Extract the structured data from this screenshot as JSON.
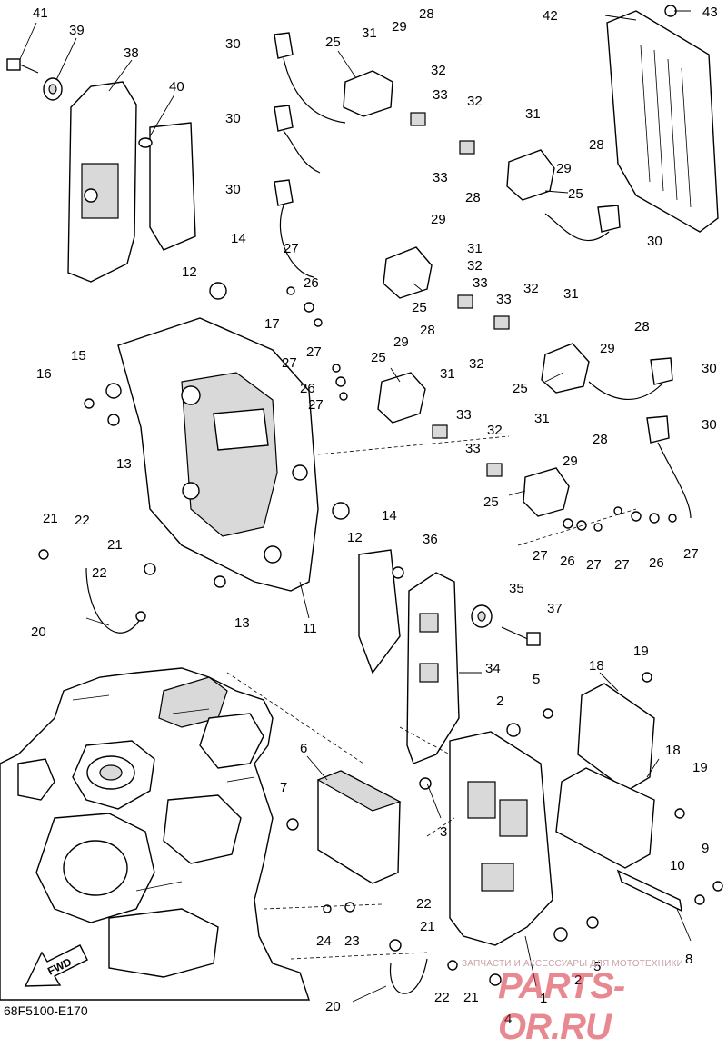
{
  "diagram_code": "68F5100-E170",
  "direction_label": "FWD",
  "watermark": {
    "caption": "ЗАПЧАСТИ И АКСЕССУАРЫ ДЛЯ МОТОТЕХНИКИ",
    "brand": "PARTS-OR.RU"
  },
  "callouts": [
    {
      "id": "c41",
      "text": "41"
    },
    {
      "id": "c39",
      "text": "39"
    },
    {
      "id": "c38",
      "text": "38"
    },
    {
      "id": "c40",
      "text": "40"
    },
    {
      "id": "c30a",
      "text": "30"
    },
    {
      "id": "c25a",
      "text": "25"
    },
    {
      "id": "c31a",
      "text": "31"
    },
    {
      "id": "c29a",
      "text": "29"
    },
    {
      "id": "c28a",
      "text": "28"
    },
    {
      "id": "c42",
      "text": "42"
    },
    {
      "id": "c43",
      "text": "43"
    },
    {
      "id": "c32a",
      "text": "32"
    },
    {
      "id": "c33a",
      "text": "33"
    },
    {
      "id": "c30b",
      "text": "30"
    },
    {
      "id": "c32b",
      "text": "32"
    },
    {
      "id": "c31b",
      "text": "31"
    },
    {
      "id": "c28b",
      "text": "28"
    },
    {
      "id": "c33b",
      "text": "33"
    },
    {
      "id": "c29b",
      "text": "29"
    },
    {
      "id": "c25b",
      "text": "25"
    },
    {
      "id": "c30c",
      "text": "30"
    },
    {
      "id": "c28c",
      "text": "28"
    },
    {
      "id": "c29c",
      "text": "29"
    },
    {
      "id": "c30d",
      "text": "30"
    },
    {
      "id": "c14a",
      "text": "14"
    },
    {
      "id": "c27a",
      "text": "27"
    },
    {
      "id": "c31c",
      "text": "31"
    },
    {
      "id": "c32c",
      "text": "32"
    },
    {
      "id": "c33c",
      "text": "33"
    },
    {
      "id": "c12a",
      "text": "12"
    },
    {
      "id": "c26a",
      "text": "26"
    },
    {
      "id": "c25c",
      "text": "25"
    },
    {
      "id": "c17",
      "text": "17"
    },
    {
      "id": "c33d",
      "text": "33"
    },
    {
      "id": "c32d",
      "text": "32"
    },
    {
      "id": "c31d",
      "text": "31"
    },
    {
      "id": "c28d",
      "text": "28"
    },
    {
      "id": "c29d",
      "text": "29"
    },
    {
      "id": "c27b",
      "text": "27"
    },
    {
      "id": "c28e",
      "text": "28"
    },
    {
      "id": "c29e",
      "text": "29"
    },
    {
      "id": "c30e",
      "text": "30"
    },
    {
      "id": "c15",
      "text": "15"
    },
    {
      "id": "c16",
      "text": "16"
    },
    {
      "id": "c27c",
      "text": "27"
    },
    {
      "id": "c26b",
      "text": "26"
    },
    {
      "id": "c27d",
      "text": "27"
    },
    {
      "id": "c25d",
      "text": "25"
    },
    {
      "id": "c31e",
      "text": "31"
    },
    {
      "id": "c32e",
      "text": "32"
    },
    {
      "id": "c25e",
      "text": "25"
    },
    {
      "id": "c33e",
      "text": "33"
    },
    {
      "id": "c13a",
      "text": "13"
    },
    {
      "id": "c30f",
      "text": "30"
    },
    {
      "id": "c32f",
      "text": "32"
    },
    {
      "id": "c31f",
      "text": "31"
    },
    {
      "id": "c28f",
      "text": "28"
    },
    {
      "id": "c33f",
      "text": "33"
    },
    {
      "id": "c29f",
      "text": "29"
    },
    {
      "id": "c25f",
      "text": "25"
    },
    {
      "id": "c21a",
      "text": "21"
    },
    {
      "id": "c22a",
      "text": "22"
    },
    {
      "id": "c14b",
      "text": "14"
    },
    {
      "id": "c12b",
      "text": "12"
    },
    {
      "id": "c21b",
      "text": "21"
    },
    {
      "id": "c27e",
      "text": "27"
    },
    {
      "id": "c26c",
      "text": "26"
    },
    {
      "id": "c27f",
      "text": "27"
    },
    {
      "id": "c27g",
      "text": "27"
    },
    {
      "id": "c26d",
      "text": "26"
    },
    {
      "id": "c27h",
      "text": "27"
    },
    {
      "id": "c22b",
      "text": "22"
    },
    {
      "id": "c36",
      "text": "36"
    },
    {
      "id": "c20a",
      "text": "20"
    },
    {
      "id": "c13b",
      "text": "13"
    },
    {
      "id": "c11",
      "text": "11"
    },
    {
      "id": "c35",
      "text": "35"
    },
    {
      "id": "c37",
      "text": "37"
    },
    {
      "id": "c34",
      "text": "34"
    },
    {
      "id": "c18a",
      "text": "18"
    },
    {
      "id": "c19a",
      "text": "19"
    },
    {
      "id": "c5a",
      "text": "5"
    },
    {
      "id": "c2a",
      "text": "2"
    },
    {
      "id": "c6",
      "text": "6"
    },
    {
      "id": "c18b",
      "text": "18"
    },
    {
      "id": "c19b",
      "text": "19"
    },
    {
      "id": "c7",
      "text": "7"
    },
    {
      "id": "c3",
      "text": "3"
    },
    {
      "id": "c10",
      "text": "10"
    },
    {
      "id": "c9",
      "text": "9"
    },
    {
      "id": "c22c",
      "text": "22"
    },
    {
      "id": "c21c",
      "text": "21"
    },
    {
      "id": "c24",
      "text": "24"
    },
    {
      "id": "c23",
      "text": "23"
    },
    {
      "id": "c8",
      "text": "8"
    },
    {
      "id": "c5b",
      "text": "5"
    },
    {
      "id": "c2b",
      "text": "2"
    },
    {
      "id": "c1",
      "text": "1"
    },
    {
      "id": "c20b",
      "text": "20"
    },
    {
      "id": "c22d",
      "text": "22"
    },
    {
      "id": "c21d",
      "text": "21"
    },
    {
      "id": "c4",
      "text": "4"
    }
  ]
}
